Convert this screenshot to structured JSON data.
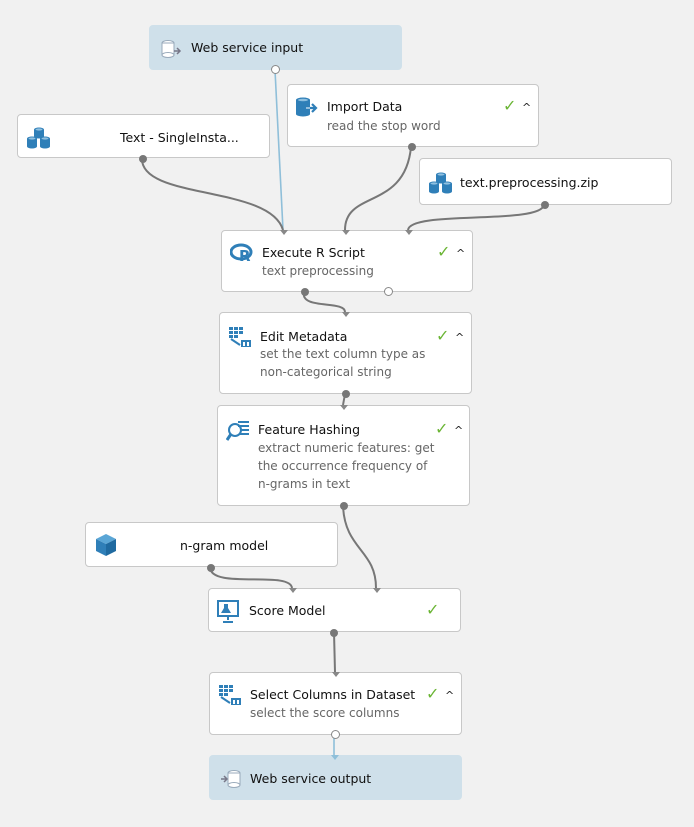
{
  "nodes": {
    "web_service_input": {
      "title": "Web service input",
      "icon": "web-service-icon"
    },
    "text_single": {
      "title": "Text - SingleInsta...",
      "icon": "dataset-icon"
    },
    "import_data": {
      "title": "Import Data",
      "desc": "read the stop word",
      "icon": "import-data-icon",
      "status": "completed"
    },
    "text_zip": {
      "title": "text.preprocessing.zip",
      "icon": "dataset-icon"
    },
    "execute_r": {
      "title": "Execute R Script",
      "desc": "text preprocessing",
      "icon": "r-script-icon",
      "status": "completed"
    },
    "edit_metadata": {
      "title": "Edit Metadata",
      "desc": "set the text column type as non-categorical string",
      "icon": "edit-metadata-icon",
      "status": "completed"
    },
    "feature_hashing": {
      "title": "Feature Hashing",
      "desc": "extract numeric features: get the occurrence frequency of n-grams in text",
      "icon": "feature-hashing-icon",
      "status": "completed"
    },
    "ngram_model": {
      "title": "n-gram model",
      "icon": "trained-model-icon"
    },
    "score_model": {
      "title": "Score Model",
      "icon": "score-model-icon",
      "status": "completed"
    },
    "select_columns": {
      "title": "Select Columns in Dataset",
      "desc": "select the score columns",
      "icon": "select-columns-icon",
      "status": "completed"
    },
    "web_service_output": {
      "title": "Web service output",
      "icon": "web-service-icon"
    }
  },
  "glyphs": {
    "check": "✓",
    "caret": "^"
  },
  "colors": {
    "web_service_bg": "#cfe0ea",
    "check_green": "#6bb535",
    "icon_blue": "#2f7fb8",
    "wire_web_service": "#8fbfd9",
    "wire": "#777777"
  }
}
